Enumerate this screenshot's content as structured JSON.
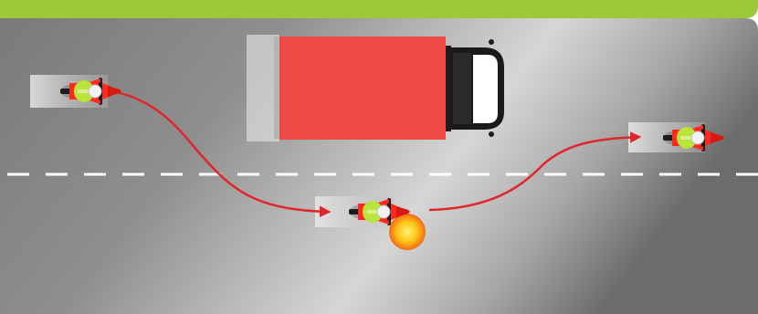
{
  "colors": {
    "header_bar": "#9cc93a",
    "road_light": "#cfcfcf",
    "road_dark": "#6e6e6e",
    "lane_marking": "#ffffff",
    "truck_body": "#ef4b44",
    "truck_cab": "#1a1a1a",
    "path_arrow": "#e0262b",
    "hazard_glow": "#ffcc00",
    "rider_jacket": "#ff2a1f",
    "rider_vest": "#b9e43c",
    "rider_helmet": "#f2f2f2"
  },
  "scene": {
    "description_items": [
      "header-bar",
      "road",
      "lane-divider",
      "truck",
      "motorcycle-start",
      "motorcycle-middle",
      "motorcycle-end",
      "hazard-marker",
      "path-arrow"
    ]
  }
}
